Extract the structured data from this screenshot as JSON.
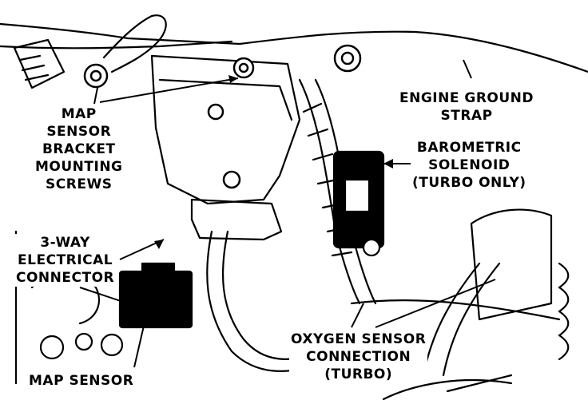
{
  "labels": {
    "map_sensor_bracket_screws": [
      "MAP",
      "SENSOR",
      "BRACKET",
      "MOUNTING",
      "SCREWS"
    ],
    "engine_ground_strap": [
      "ENGINE GROUND",
      "STRAP"
    ],
    "barometric_solenoid": [
      "BAROMETRIC",
      "SOLENOID",
      "(TURBO ONLY)"
    ],
    "three_way_connector": [
      "3-WAY",
      "ELECTRICAL",
      "CONNECTOR"
    ],
    "oxygen_sensor_connection": [
      "OXYGEN SENSOR",
      "CONNECTION",
      "(TURBO)"
    ],
    "map_sensor": "MAP SENSOR"
  },
  "colors": {
    "ink": "#000000",
    "paper": "#ffffff"
  }
}
